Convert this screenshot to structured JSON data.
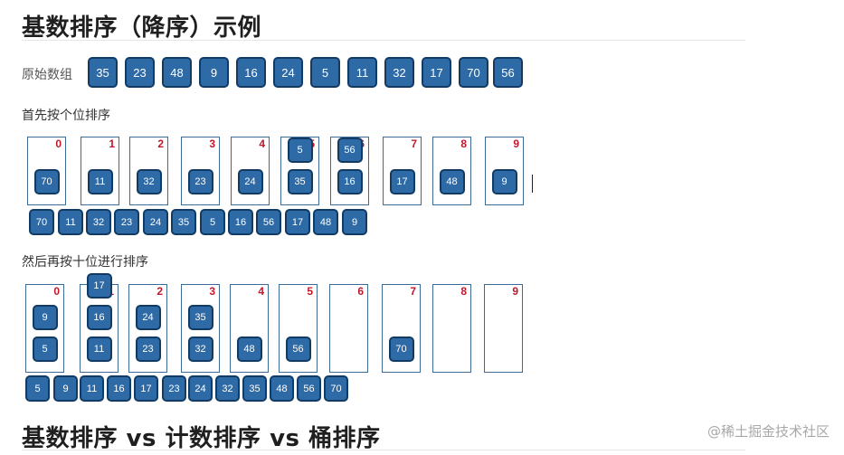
{
  "title": "基数排序（降序）示例",
  "original_label": "原始数组",
  "original_array": [
    "35",
    "23",
    "48",
    "9",
    "16",
    "24",
    "5",
    "11",
    "32",
    "17",
    "70",
    "56"
  ],
  "step1_label": "首先按个位排序",
  "step1_buckets": [
    {
      "label": "0",
      "items": [
        "70"
      ]
    },
    {
      "label": "1",
      "items": [
        "11"
      ]
    },
    {
      "label": "2",
      "items": [
        "32"
      ]
    },
    {
      "label": "3",
      "items": [
        "23"
      ]
    },
    {
      "label": "4",
      "items": [
        "24"
      ]
    },
    {
      "label": "5",
      "items": [
        "5",
        "35"
      ]
    },
    {
      "label": "6",
      "items": [
        "56",
        "16"
      ]
    },
    {
      "label": "7",
      "items": [
        "17"
      ]
    },
    {
      "label": "8",
      "items": [
        "48"
      ]
    },
    {
      "label": "9",
      "items": [
        "9"
      ]
    }
  ],
  "step1_result": [
    "70",
    "11",
    "32",
    "23",
    "24",
    "35",
    "5",
    "16",
    "56",
    "17",
    "48",
    "9"
  ],
  "step2_label": "然后再按十位进行排序",
  "step2_buckets": [
    {
      "label": "0",
      "items": [
        "9",
        "5"
      ]
    },
    {
      "label": "1",
      "items": [
        "17",
        "16",
        "11"
      ]
    },
    {
      "label": "2",
      "items": [
        "24",
        "23"
      ]
    },
    {
      "label": "3",
      "items": [
        "35",
        "32"
      ]
    },
    {
      "label": "4",
      "items": [
        "48"
      ]
    },
    {
      "label": "5",
      "items": [
        "56"
      ]
    },
    {
      "label": "6",
      "items": []
    },
    {
      "label": "7",
      "items": [
        "70"
      ]
    },
    {
      "label": "8",
      "items": []
    },
    {
      "label": "9",
      "items": []
    }
  ],
  "step2_result": [
    "5",
    "9",
    "11",
    "16",
    "17",
    "23",
    "24",
    "32",
    "35",
    "48",
    "56",
    "70"
  ],
  "subtitle": "基数排序 vs 计数排序 vs 桶排序",
  "watermark": "@稀土掘金技术社区"
}
